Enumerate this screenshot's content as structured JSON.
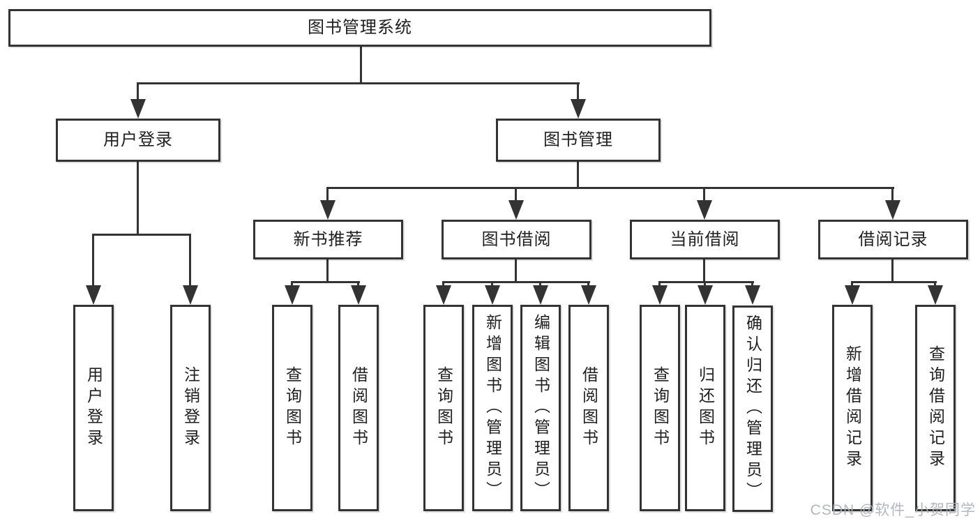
{
  "colors": {
    "line": "#333333",
    "box_border": "#333333",
    "box_fill": "#ffffff",
    "text": "#1f1f1f",
    "watermark": "#aab0b8"
  },
  "watermark": {
    "text": "CSDN @软件_小贺同学"
  },
  "tree": {
    "root": {
      "label": "图书管理系统"
    },
    "level2": [
      {
        "label": "用户登录"
      },
      {
        "label": "图书管理"
      }
    ],
    "level3": [
      {
        "label": "新书推荐"
      },
      {
        "label": "图书借阅"
      },
      {
        "label": "当前借阅"
      },
      {
        "label": "借阅记录"
      }
    ],
    "leaves": {
      "user_login": [
        {
          "label": "用户登录"
        },
        {
          "label": "注销登录"
        }
      ],
      "new_book_recommend": [
        {
          "label": "查询图书"
        },
        {
          "label": "借阅图书"
        }
      ],
      "book_borrowing": [
        {
          "label": "查询图书"
        },
        {
          "label": "新增图书（管理员）"
        },
        {
          "label": "编辑图书（管理员）"
        },
        {
          "label": "借阅图书"
        }
      ],
      "current_borrowing": [
        {
          "label": "查询图书"
        },
        {
          "label": "归还图书"
        },
        {
          "label": "确认归还（管理员）"
        }
      ],
      "borrowing_records": [
        {
          "label": "新增借阅记录"
        },
        {
          "label": "查询借阅记录"
        }
      ]
    }
  }
}
